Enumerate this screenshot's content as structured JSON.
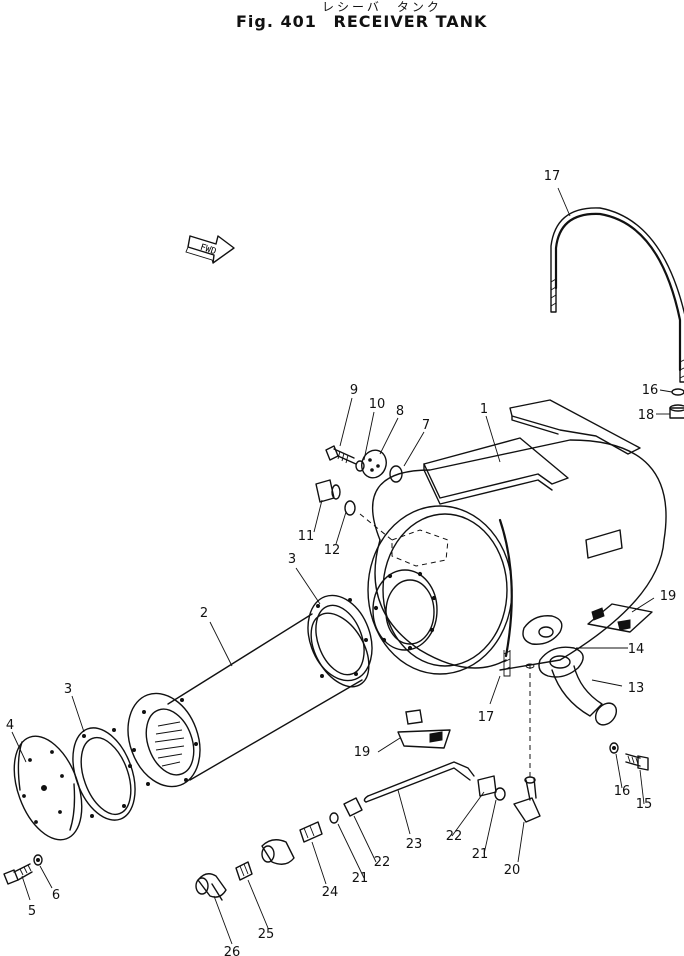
{
  "header": {
    "jp_title": "レシーバ　タンク",
    "fig_label": "Fig. 401",
    "title": "RECEIVER TANK"
  },
  "fwd_label": "FWD",
  "callouts": [
    {
      "id": "c1",
      "text": "1"
    },
    {
      "id": "c2",
      "text": "2"
    },
    {
      "id": "c3a",
      "text": "3"
    },
    {
      "id": "c3b",
      "text": "3"
    },
    {
      "id": "c4",
      "text": "4"
    },
    {
      "id": "c5",
      "text": "5"
    },
    {
      "id": "c6",
      "text": "6"
    },
    {
      "id": "c7",
      "text": "7"
    },
    {
      "id": "c8",
      "text": "8"
    },
    {
      "id": "c9",
      "text": "9"
    },
    {
      "id": "c10",
      "text": "10"
    },
    {
      "id": "c11",
      "text": "11"
    },
    {
      "id": "c12",
      "text": "12"
    },
    {
      "id": "c13",
      "text": "13"
    },
    {
      "id": "c14",
      "text": "14"
    },
    {
      "id": "c15",
      "text": "15"
    },
    {
      "id": "c16a",
      "text": "16"
    },
    {
      "id": "c16b",
      "text": "16"
    },
    {
      "id": "c17a",
      "text": "17"
    },
    {
      "id": "c17b",
      "text": "17"
    },
    {
      "id": "c18",
      "text": "18"
    },
    {
      "id": "c19a",
      "text": "19"
    },
    {
      "id": "c19b",
      "text": "19"
    },
    {
      "id": "c20",
      "text": "20"
    },
    {
      "id": "c21a",
      "text": "21"
    },
    {
      "id": "c21b",
      "text": "21"
    },
    {
      "id": "c22a",
      "text": "22"
    },
    {
      "id": "c22b",
      "text": "22"
    },
    {
      "id": "c23",
      "text": "23"
    },
    {
      "id": "c24",
      "text": "24"
    },
    {
      "id": "c25",
      "text": "25"
    },
    {
      "id": "c26",
      "text": "26"
    }
  ]
}
